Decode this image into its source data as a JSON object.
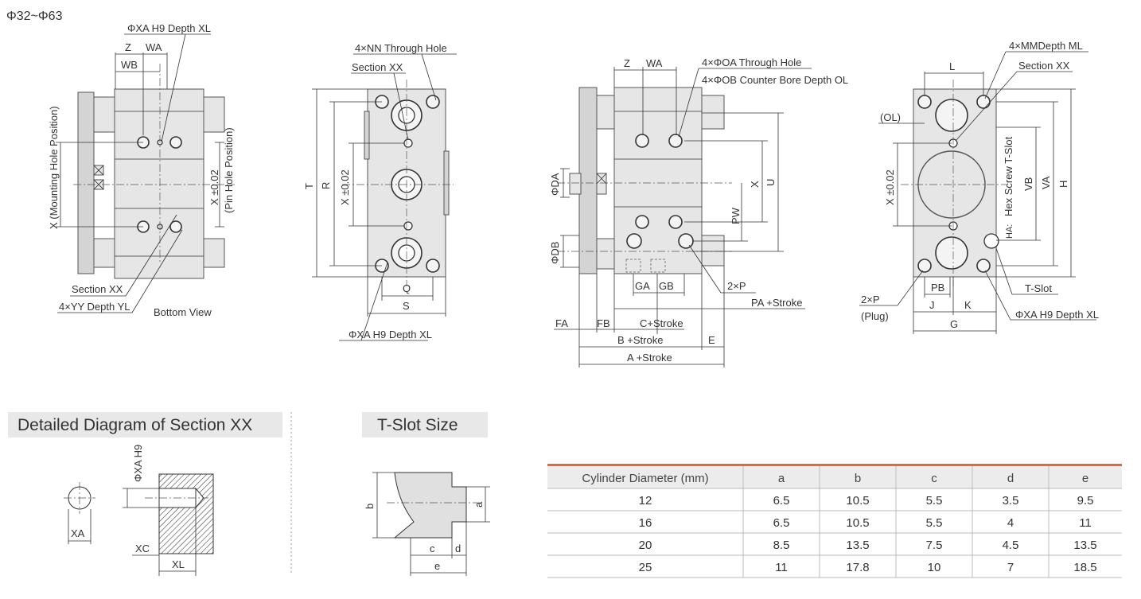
{
  "page_title": "Φ32~Φ63",
  "colors": {
    "table_accent": "#e06a3a",
    "table_header_bg": "#ececec",
    "title_bar_bg": "#e8e8e8"
  },
  "view1": {
    "callout_xa": "ΦXA H9 Depth XL",
    "z": "Z",
    "wa": "WA",
    "wb": "WB",
    "x_mount": "X (Mounting Hole Position)",
    "x_pin": "X ±0.02",
    "x_pin_sub": "(Pin Hole Position)",
    "section_xx": "Section XX",
    "yy": "4×YY Depth YL",
    "bottom_view": "Bottom View"
  },
  "view2": {
    "nn": "4×NN Through Hole",
    "section_xx": "Section XX",
    "t": "T",
    "r": "R",
    "x": "X ±0.02",
    "q": "Q",
    "s": "S",
    "xa": "ΦXA H9 Depth XL"
  },
  "view3": {
    "z": "Z",
    "wa": "WA",
    "oa": "4×ΦOA Through Hole",
    "ob": "4×ΦOB Counter Bore Depth OL",
    "x": "X",
    "u": "U",
    "pw": "PW",
    "da": "ΦDA",
    "db": "ΦDB",
    "ga": "GA",
    "gb": "GB",
    "p": "2×P",
    "pa": "PA +Stroke",
    "fa": "FA",
    "fb": "FB",
    "c": "C+Stroke",
    "b": "B +Stroke",
    "e": "E",
    "a": "A +Stroke"
  },
  "view4": {
    "l": "L",
    "mm": "4×MMDepth ML",
    "section_xx": "Section XX",
    "ol": "(OL)",
    "x": "X ±0.02",
    "hex": "Hex Screw T-Slot",
    "ha": "HA:",
    "vb": "VB",
    "va": "VA",
    "h": "H",
    "pb": "PB",
    "tslot": "T-Slot",
    "p": "2×P",
    "plug": "(Plug)",
    "j": "J",
    "k": "K",
    "g": "G",
    "xa": "ΦXA H9 Depth XL"
  },
  "section_detail": {
    "title": "Detailed Diagram of Section XX",
    "xa_vert": "ΦXA H9",
    "xa": "XA",
    "xc": "XC",
    "xl": "XL"
  },
  "tslot_size": {
    "title": "T-Slot Size",
    "a": "a",
    "b": "b",
    "c": "c",
    "d": "d",
    "e": "e"
  },
  "table": {
    "headers": [
      "Cylinder Diameter (mm)",
      "a",
      "b",
      "c",
      "d",
      "e"
    ],
    "rows": [
      [
        "12",
        "6.5",
        "10.5",
        "5.5",
        "3.5",
        "9.5"
      ],
      [
        "16",
        "6.5",
        "10.5",
        "5.5",
        "4",
        "11"
      ],
      [
        "20",
        "8.5",
        "13.5",
        "7.5",
        "4.5",
        "13.5"
      ],
      [
        "25",
        "11",
        "17.8",
        "10",
        "7",
        "18.5"
      ]
    ]
  }
}
